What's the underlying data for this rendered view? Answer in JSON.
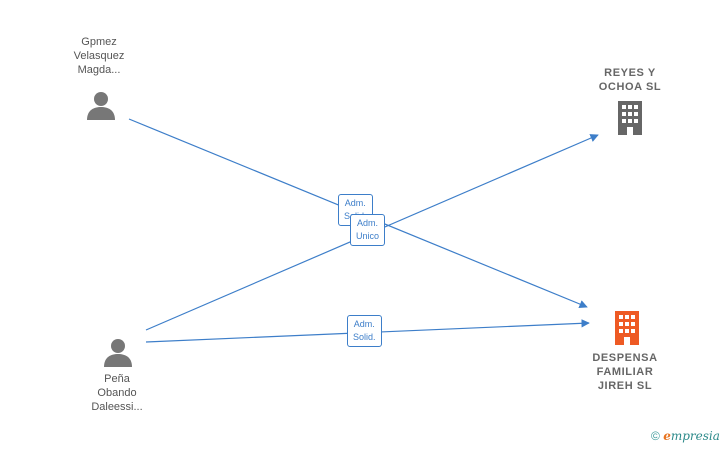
{
  "persons": [
    {
      "id": "p1",
      "lines": [
        "Gpmez",
        "Velasquez",
        "Magda..."
      ]
    },
    {
      "id": "p2",
      "lines": [
        "Peña",
        "Obando",
        "Daleessi..."
      ]
    }
  ],
  "companies": [
    {
      "id": "c1",
      "lines": [
        "REYES Y",
        "OCHOA  SL"
      ],
      "color": "#666666"
    },
    {
      "id": "c2",
      "lines": [
        "DESPENSA",
        "FAMILIAR",
        "JIREH  SL"
      ],
      "color": "#ee5a24"
    }
  ],
  "edges": [
    {
      "from": "p1",
      "to": "c2",
      "label": [
        "Adm.",
        "Solid."
      ]
    },
    {
      "from": "p2",
      "to": "c1",
      "label": [
        "Adm.",
        "Unico"
      ]
    },
    {
      "from": "p2",
      "to": "c2",
      "label": [
        "Adm.",
        "Solid."
      ]
    }
  ],
  "colors": {
    "edge": "#3d7ec9",
    "person_icon": "#777777"
  },
  "brand": {
    "copyright": "©",
    "e": "e",
    "rest": "mpresia"
  }
}
